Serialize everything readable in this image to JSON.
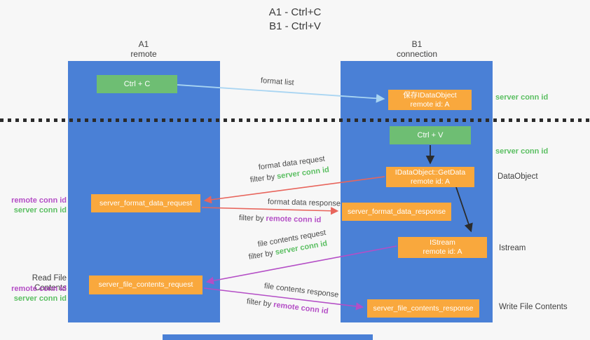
{
  "title": {
    "line1": "A1 - Ctrl+C",
    "line2": "B1 - Ctrl+V"
  },
  "lifelines": {
    "a1": {
      "name": "A1",
      "role": "remote"
    },
    "b1": {
      "name": "B1",
      "role": "connection"
    }
  },
  "nodes": {
    "ctrl_c": {
      "label": "Ctrl + C"
    },
    "ctrl_v": {
      "label": "Ctrl + V"
    },
    "save_idataobject": {
      "line1": "保存IDataObject",
      "line2": "remote id: A"
    },
    "getdata": {
      "line1": "IDataObject::GetData",
      "line2": "remote id: A"
    },
    "istream": {
      "line1": "IStream",
      "line2": "remote id: A"
    },
    "format_request": {
      "label": "server_format_data_request"
    },
    "format_response": {
      "label": "server_format_data_response"
    },
    "file_request": {
      "label": "server_file_contents_request"
    },
    "file_response": {
      "label": "server_file_contents_response"
    }
  },
  "side_labels": {
    "right_server_conn_id_top": "server conn id",
    "right_server_conn_id_mid": "server conn id",
    "dataobject": "DataObject",
    "istream": "Istream",
    "write_file_contents": "Write File Contents",
    "left_remote_conn_id_top": "remote conn id",
    "left_server_conn_id_top": "server conn id",
    "read_file_contents": "Read File Contents",
    "left_remote_conn_id_bottom": "remote conn id",
    "left_server_conn_id_bottom": "server conn id"
  },
  "arrow_labels": {
    "format_list": "format list",
    "format_data_request": "format data request",
    "format_data_response": "format data response",
    "file_contents_request": "file contents request",
    "file_contents_response": "file contents response",
    "filter_by": "filter by ",
    "server_conn_id": "server conn id",
    "remote_conn_id": "remote conn id"
  },
  "colors": {
    "bg": "#f7f7f7",
    "blue": "#4a80d6",
    "green": "#6ebe73",
    "orange": "#f9a83d",
    "lblue": "#a9d5f2",
    "red": "#e8655c",
    "purple": "#b44ec6",
    "black": "#2b2b2b",
    "dark": "#3f3f3f",
    "tgreen": "#5bbf62",
    "tpurple": "#b44ec6"
  }
}
